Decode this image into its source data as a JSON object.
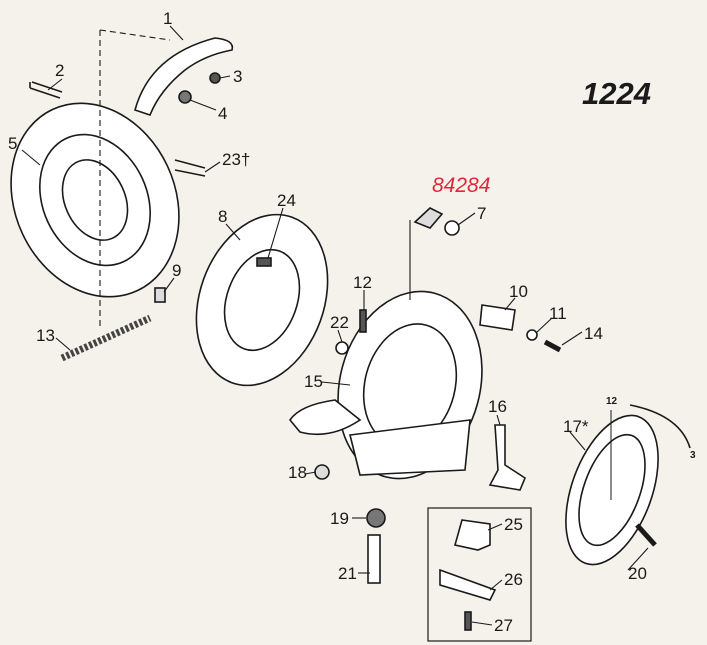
{
  "model_number": "1224",
  "replacement_part_number": "84284",
  "callouts": {
    "p1": "1",
    "p2": "2",
    "p3": "3",
    "p4": "4",
    "p5": "5",
    "p23": "23†",
    "p8": "8",
    "p24": "24",
    "p9": "9",
    "p13": "13",
    "p7": "7",
    "p12": "12",
    "p22": "22",
    "p10": "10",
    "p11": "11",
    "p14": "14",
    "p15": "15",
    "p16": "16",
    "p17": "17*",
    "p18": "18",
    "p19": "19",
    "p21": "21",
    "p25": "25",
    "p26": "26",
    "p27": "27",
    "p20": "20"
  },
  "dial_marks": {
    "twelve": "12",
    "three": "3"
  },
  "colors": {
    "highlight": "#e0263a",
    "ink": "#1a1a1a",
    "paper": "#f4f2ea"
  }
}
